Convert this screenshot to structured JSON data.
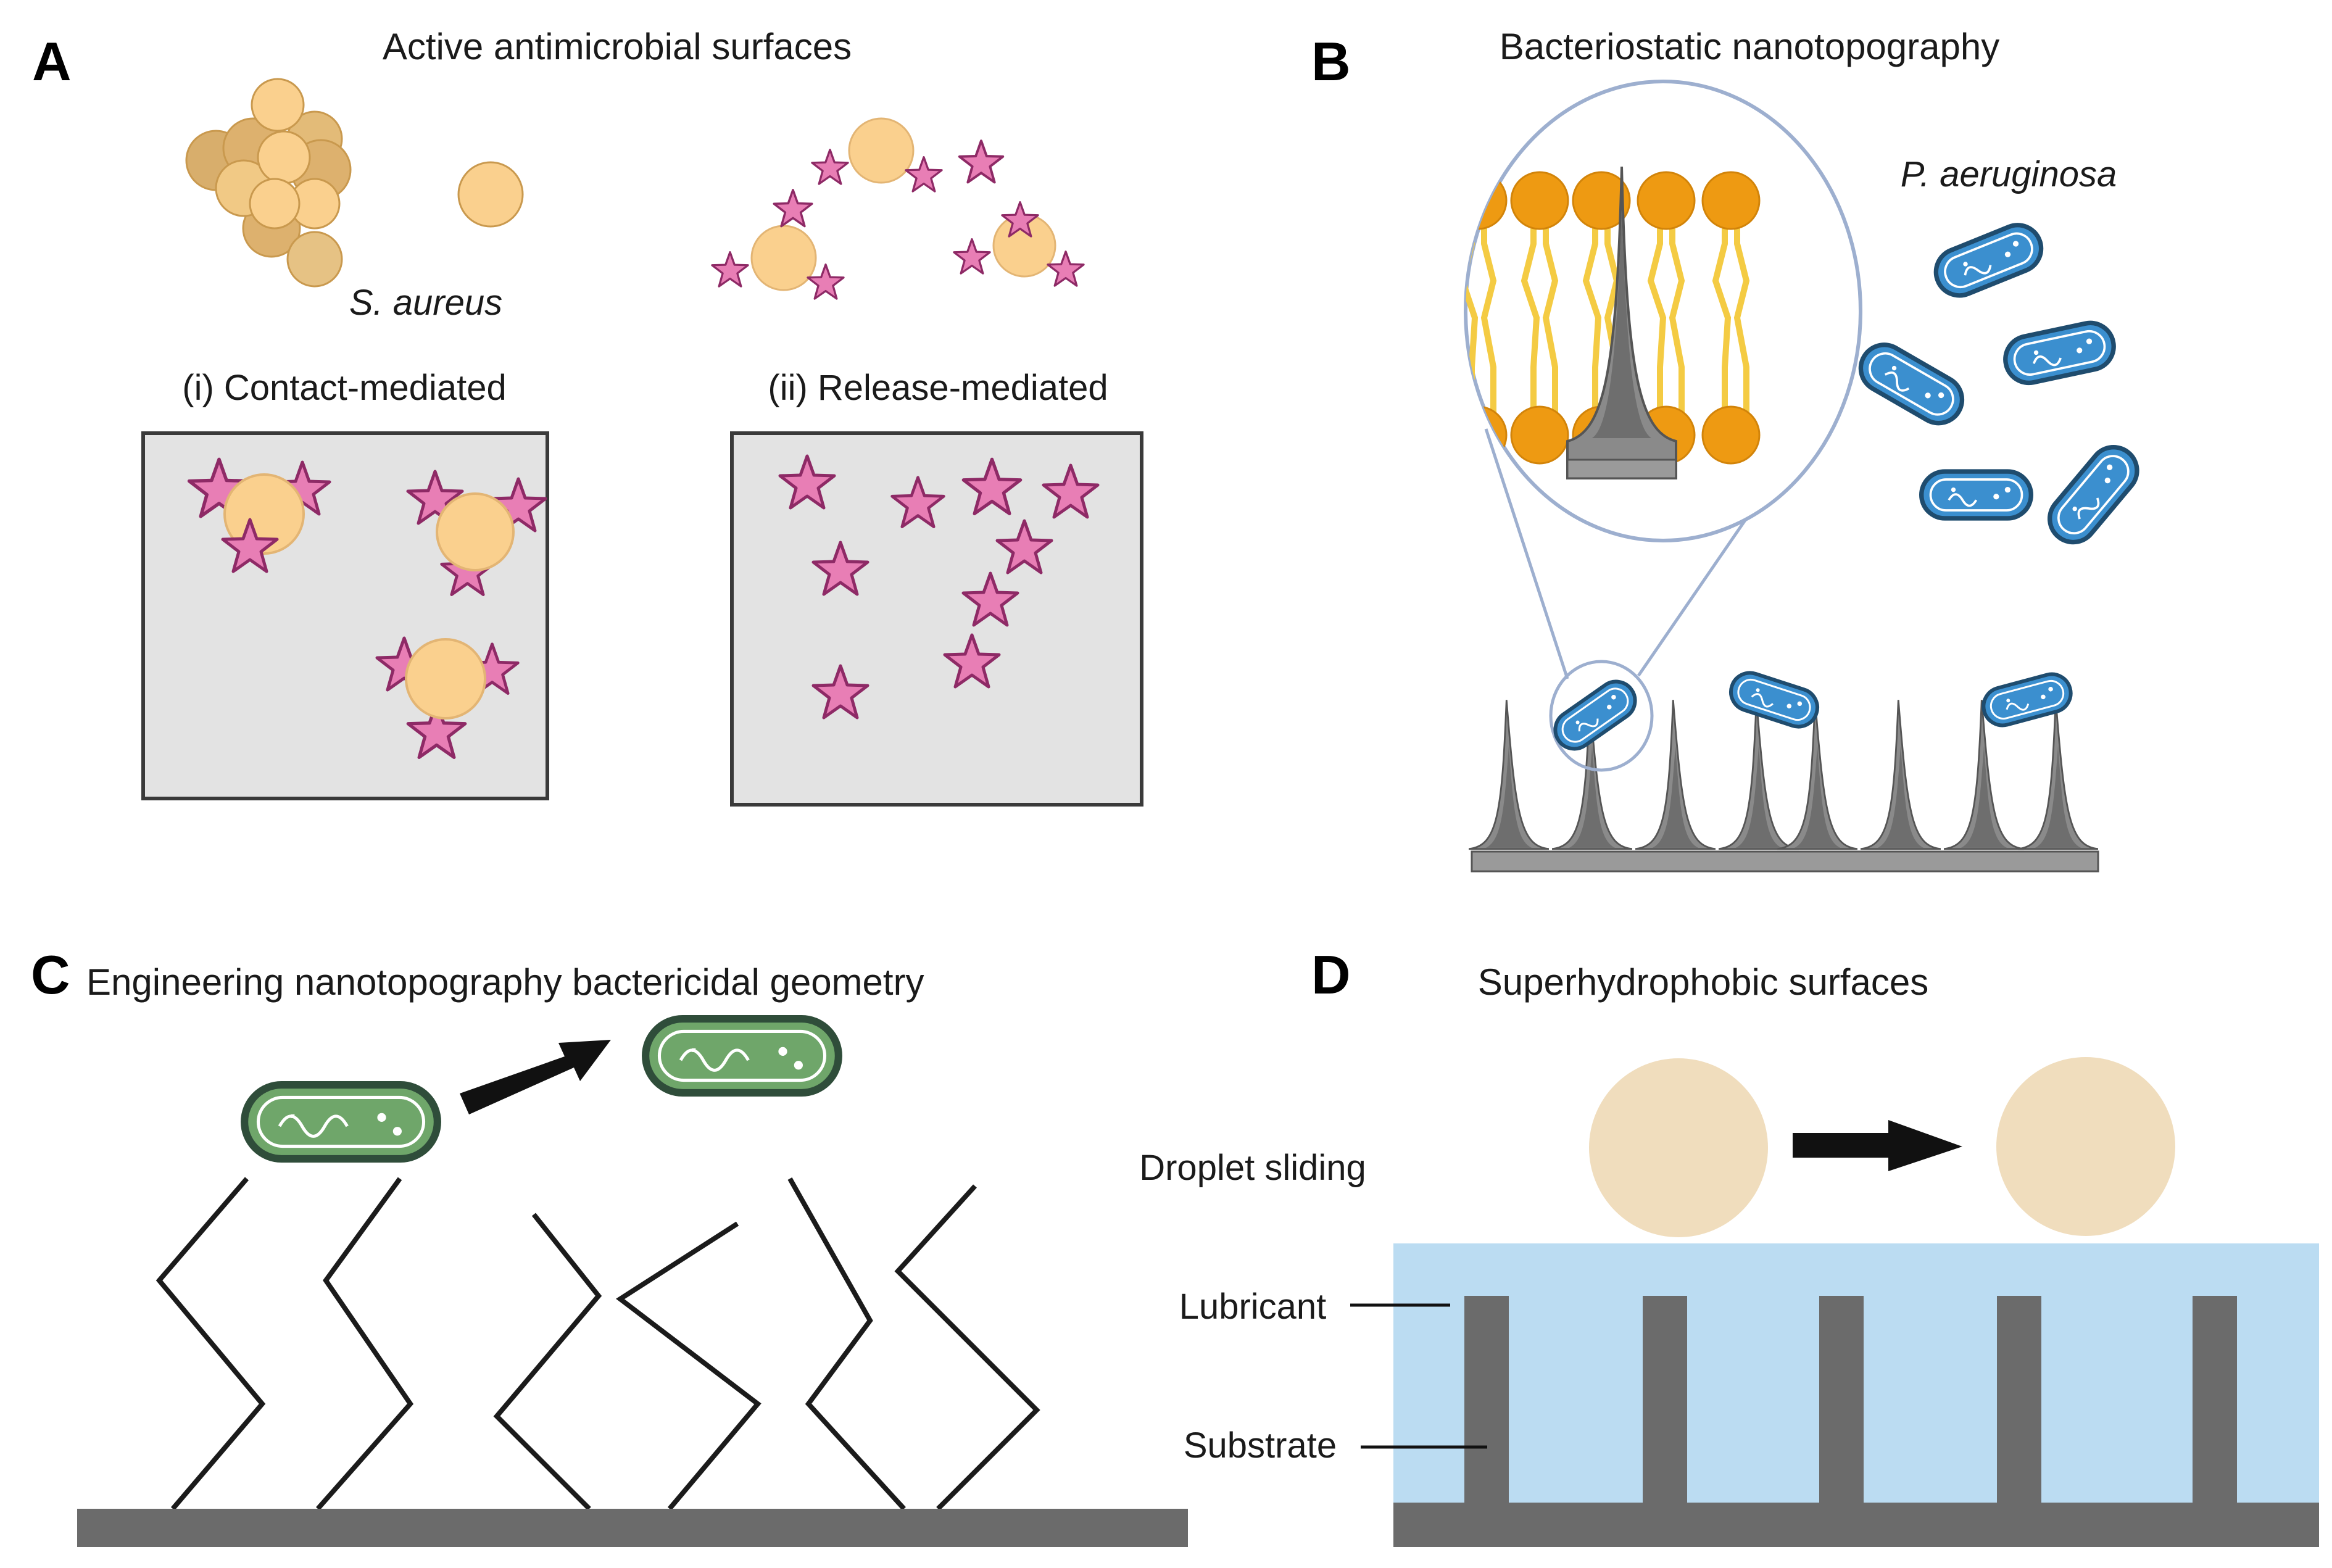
{
  "panels": {
    "A": {
      "letter": "A",
      "title": "Active antimicrobial surfaces",
      "organism_label": "S. aureus",
      "sub_i": "(i) Contact-mediated",
      "sub_ii": "(ii) Release-mediated"
    },
    "B": {
      "letter": "B",
      "title": "Bacteriostatic nanotopography",
      "organism_label": "P. aeruginosa"
    },
    "C": {
      "letter": "C",
      "title": "Engineering nanotopography bactericidal geometry"
    },
    "D": {
      "letter": "D",
      "title": "Superhydrophobic surfaces",
      "droplet_label": "Droplet sliding",
      "lubricant_label": "Lubricant",
      "substrate_label": "Substrate"
    }
  },
  "colors": {
    "cell_orange": "#FAD08E",
    "cell_orange_dark": "#DDB16E",
    "star_pink": "#E87EB5",
    "star_outline": "#8E2A66",
    "panel_grey": "#E3E3E3",
    "lipid_head": "#EE9A12",
    "lipid_tail": "#F4CB43",
    "spike_grey": "#8A8A8A",
    "bacterium_blue": "#3B8FCF",
    "bacterium_green": "#6FA66A",
    "lubricant_blue": "#BBDCF2",
    "substrate_grey": "#6B6B6B",
    "droplet_beige": "#F0DDBD"
  },
  "icons": [
    "star-icon",
    "arrow-icon"
  ]
}
